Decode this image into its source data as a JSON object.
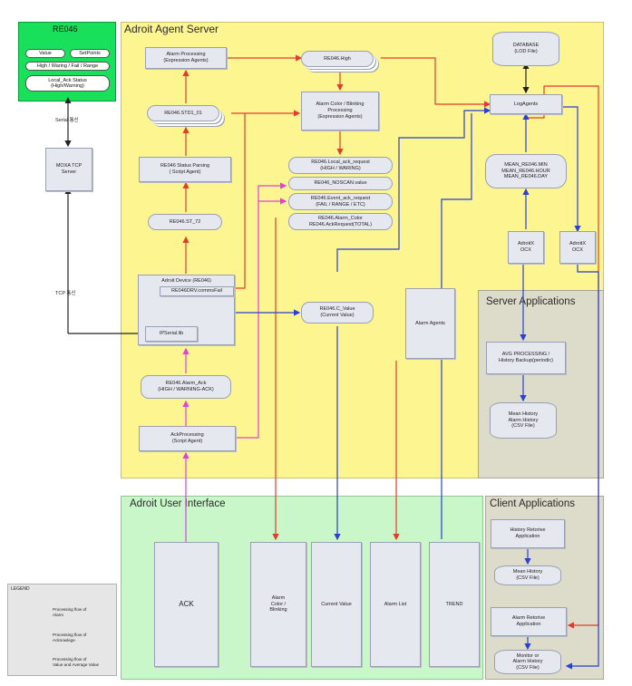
{
  "regions": {
    "server": "Adroit Agent Server",
    "ui": "Adroit User Interface",
    "server_apps": "Server Applications",
    "client_apps": "Client Applications",
    "device": "RE046"
  },
  "device": {
    "value": "Value",
    "setpoints": "SetPoints",
    "states": "High / Waring / Fail / Range",
    "local_ack": "Local_Ack Status\n(High/Warning)"
  },
  "links": {
    "serial": "Serial 통신",
    "tcp": "TCP 통신"
  },
  "nodes": {
    "moxa": "MOXA TCP\nServer",
    "alarm_processing": "Alarm Processing\n(Expression Agents)",
    "re046_high": "RE046.High",
    "std1": "RE046.STD1_01",
    "alarm_color": "Alarm Color / Blinking\nProcessing\n(Expression Agents)",
    "status_parsing": "RE046 Status Parsing\n( Script Agent)",
    "local_ack_request": "RE046.Local_ack_request\n(HIGH / WARING)",
    "noscan": "RE046_NOSCAN.value",
    "event_ack_request": "RE046.Event_ack_request\n(FAIL / RANGE / ETC)",
    "alarm_color_total": "RE046.Alarm_Color\nRE046.AckRequest(TOTAL)",
    "st_72": "RE046.ST_72",
    "adroit_device": "Adroit Device (RE046)",
    "comms_fail": "RE046DRV.commsFail",
    "ipserial": "IPSerial.lib",
    "c_value": "RE046.C_Value\n(Current Value)",
    "alarm_agents": "Alarm Agents",
    "alarm_ack": "RE046.Alarm_Ack\n(HIGH / WARNING-ACK)",
    "ack_processing": "AckProcessing\n(Script Agent)",
    "database": "DATABASE\n(LOD File)",
    "logagents": "LogAgents",
    "mean": "MEAN_RE046.MIN\nMEAN_RE046.HOUR\nMEAN_RE046.DAY",
    "ocx1": "AdroitX\nOCX",
    "ocx2": "AdroitX\nOCX",
    "avg_processing": "AVG PROCESSING /\nHistory Backup(periodic)",
    "mean_history_server": "Mean History\nAlarm History\n(CSV File)",
    "ack": "ACK",
    "alarm_color_blinking": "Alarm\nColor /\nBlinking",
    "current_value": "Current Value",
    "alarm_list": "Alarm List",
    "trend": "TREND",
    "history_retrieve": "History Retorive\nApplication",
    "mean_history_client": "Mean History\n(CSV File)",
    "alarm_retrieve": "Alarm Retorive\nApplication",
    "monitor_history": "Monitor or\nAlarm History\n(CSV File)"
  },
  "legend": {
    "title": "LEGEND",
    "red": "Processing flow of\nAlarm",
    "magenta": "Processing flow of\nAcknowlege",
    "blue": "Processing flow of\nValue and Average Value"
  },
  "colors": {
    "server_bg": "#fdf590",
    "device_bg": "#19e05a",
    "ui_bg": "#c9f7c9",
    "apps_bg": "#dddbc9",
    "node_bg": "#e6e8f0",
    "alarm_flow": "#e53b2c",
    "ack_flow": "#e23fe0",
    "value_flow": "#2a3fd3"
  }
}
